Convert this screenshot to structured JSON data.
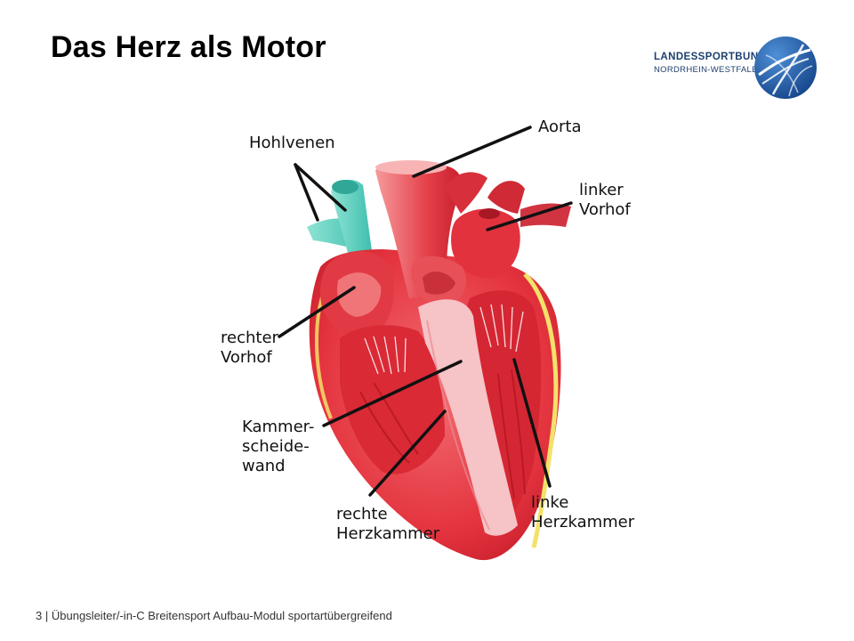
{
  "slide": {
    "title": "Das Herz als Motor",
    "footer": {
      "page_number": "3",
      "separator": "|",
      "text": "Übungsleiter/-in-C Breitensport Aufbau-Modul sportartübergreifend"
    }
  },
  "logo": {
    "line1": "LANDESSPORTBUND",
    "line2": "NORDRHEIN-WESTFALEN",
    "icon": "lsb-globe-logo",
    "color": "#1d5aa6"
  },
  "diagram": {
    "labels": {
      "hohlvenen": "Hohlvenen",
      "aorta": "Aorta",
      "linker_vorhof": "linker\nVorhof",
      "rechter_vorhof": "rechter\nVorhof",
      "kammerscheidewand": "Kammer-\nscheide-\nwand",
      "rechte_herzkammer": "rechte\nHerzkammer",
      "linke_herzkammer": "linke\nHerzkammer"
    },
    "colors": {
      "muscle": "#e8434b",
      "muscle_dark": "#c8202d",
      "muscle_light": "#f27a7e",
      "vein": "#5fd1c0",
      "fat": "#f4e16a",
      "chamber_interior": "#f4c5c7"
    }
  }
}
